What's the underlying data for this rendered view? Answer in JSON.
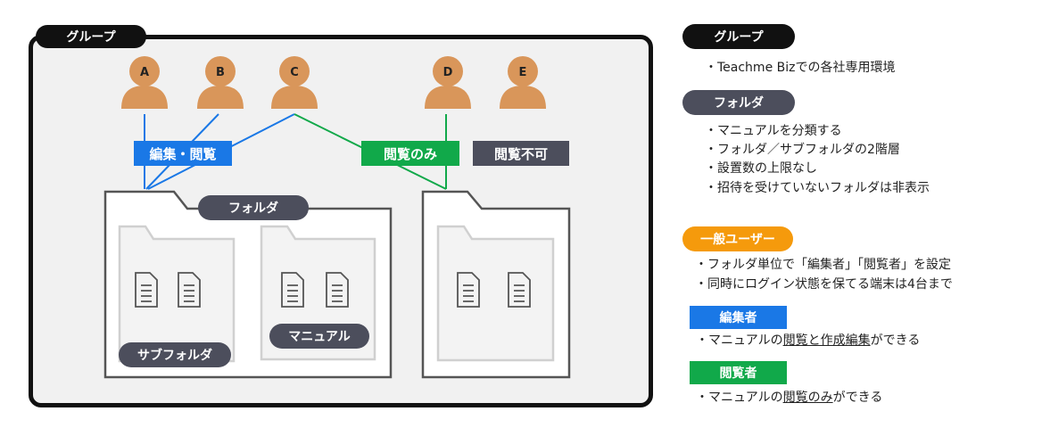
{
  "diagram": {
    "group_label": "グループ",
    "users": [
      {
        "label": "A",
        "color": "#d9965a"
      },
      {
        "label": "B",
        "color": "#d9965a"
      },
      {
        "label": "C",
        "color": "#d9965a"
      },
      {
        "label": "D",
        "color": "#d9965a"
      },
      {
        "label": "E",
        "color": "#d9965a"
      }
    ],
    "permissions": {
      "edit_view": "編集・閲覧",
      "view_only": "閲覧のみ",
      "no_access": "閲覧不可"
    },
    "folder_label": "フォルダ",
    "subfolder_label": "サブフォルダ",
    "manual_label": "マニュアル"
  },
  "legend": {
    "group": {
      "title": "グループ",
      "items": [
        "・Teachme Bizでの各社専用環境"
      ]
    },
    "folder": {
      "title": "フォルダ",
      "items": [
        "・マニュアルを分類する",
        "・フォルダ／サブフォルダの2階層",
        "・設置数の上限なし",
        "・招待を受けていないフォルダは非表示"
      ]
    },
    "general_user": {
      "title": "一般ユーザー",
      "items": [
        "・フォルダ単位で「編集者」「閲覧者」を設定",
        "・同時にログイン状態を保てる端末は4台まで"
      ]
    },
    "editor": {
      "title": "編集者",
      "prefix": "・マニュアルの",
      "emph": "閲覧と作成編集",
      "suffix": "ができる"
    },
    "viewer": {
      "title": "閲覧者",
      "prefix": "・マニュアルの",
      "emph": "閲覧のみ",
      "suffix": "ができる"
    }
  },
  "colors": {
    "edit": "#1a78e6",
    "view": "#11a94a",
    "none": "#4c4e5c",
    "user": "#f59a0c",
    "person": "#d9965a"
  }
}
